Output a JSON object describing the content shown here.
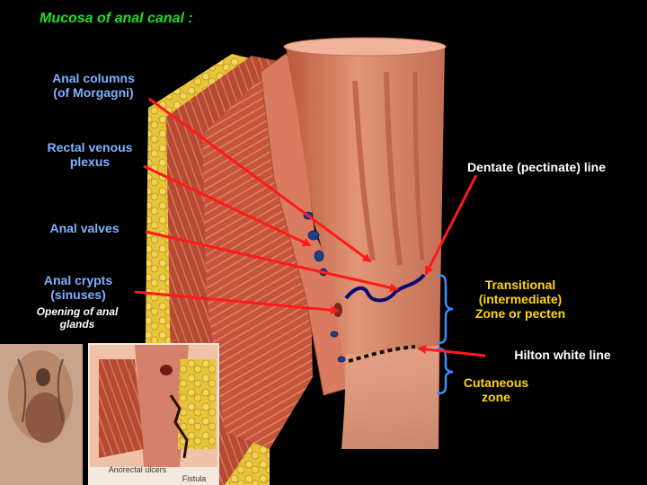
{
  "title": "Mucosa of anal canal :",
  "labels": {
    "anal_columns": [
      "Anal columns",
      "(of Morgagni)"
    ],
    "rectal_venous": [
      "Rectal venous",
      "plexus"
    ],
    "anal_valves": "Anal valves",
    "anal_crypts": [
      "Anal crypts",
      "(sinuses)"
    ],
    "opening": [
      "Opening of anal",
      "glands"
    ],
    "dentate": "Dentate (pectinate) line",
    "transitional": [
      "Transitional",
      "(intermediate)",
      "Zone or pecten"
    ],
    "hilton": "Hilton white line",
    "cutaneous": [
      "Cutaneous",
      "zone"
    ]
  },
  "inset": {
    "ulcers": "Anorectal ulcers",
    "fistula": "Fistula"
  },
  "colors": {
    "background": "#000000",
    "title": "#22dd22",
    "label_blue": "#7fb2ff",
    "label_yellow": "#ffd700",
    "arrow": "#ff1a1a",
    "bracket": "#3a8dff",
    "dentate_curve": "#0a0a6e"
  }
}
